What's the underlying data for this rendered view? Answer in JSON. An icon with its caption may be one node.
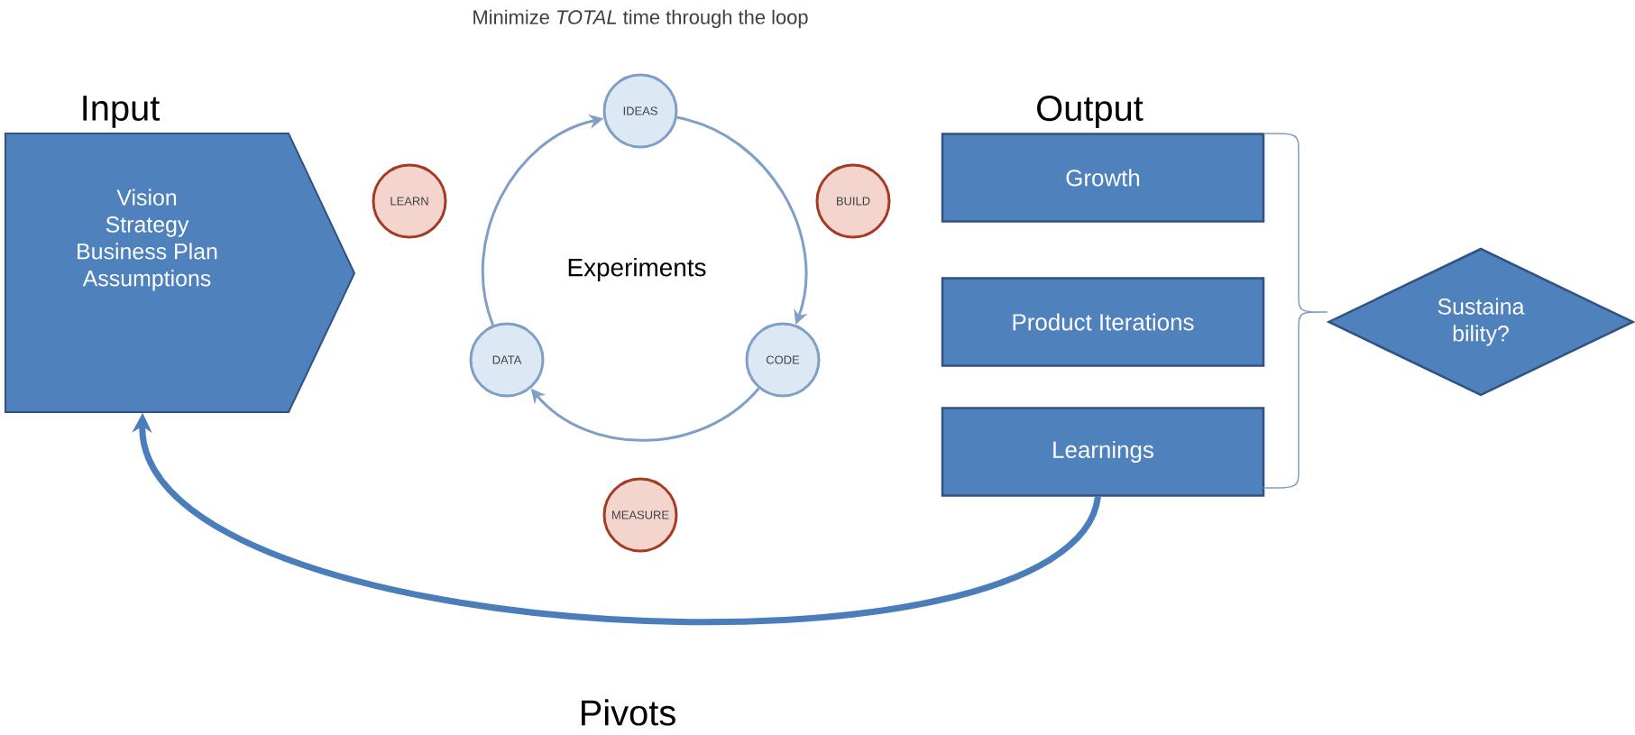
{
  "diagram": {
    "nodes": [
      {
        "text": [
          "Vision",
          "Strategy",
          "Business Plan",
          "Assumptions"
        ],
        "beside": [
          "Input"
        ]
      },
      {
        "text": [
          "IDEAS"
        ]
      },
      {
        "text": [
          "LEARN"
        ]
      },
      {
        "text": [
          "BUILD"
        ]
      },
      {
        "text": [
          "DATA"
        ]
      },
      {
        "text": [
          "CODE"
        ]
      },
      {
        "text": [
          "MEASURE"
        ]
      },
      {
        "text": [
          "Growth"
        ],
        "beside": [
          "Output"
        ]
      },
      {
        "text": [
          "Product Iterations"
        ]
      },
      {
        "text": [
          "Learnings"
        ]
      },
      {
        "text": [
          "Sustaina bility?"
        ]
      }
    ],
    "edges": [
      {
        "from": 1,
        "to": 5,
        "arrow": "to"
      },
      {
        "from": 5,
        "to": 4,
        "arrow": "to"
      },
      {
        "from": 4,
        "to": 1,
        "arrow": "to"
      },
      {
        "from": 9,
        "to": 0,
        "arrow": "to",
        "label": "Pivots",
        "style": "thick",
        "color": "#4a7ebb"
      }
    ],
    "labels": [
      "Minimize *TOTAL* time through the loop",
      "Experiments"
    ]
  }
}
